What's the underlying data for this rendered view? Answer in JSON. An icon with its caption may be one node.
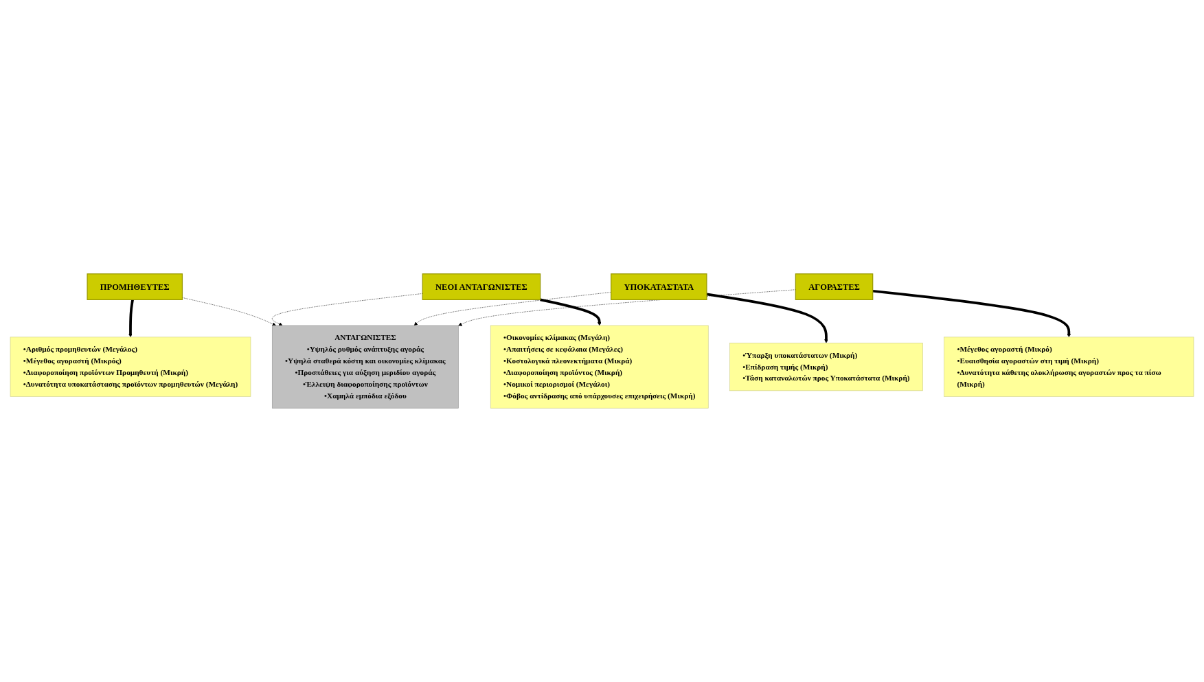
{
  "diagram": {
    "nodes": [
      {
        "text": [
          "ΠΡΟΜΗΘΕΥΤΕΣ"
        ]
      },
      {
        "text": [
          "•Αριθμός προμηθευτών (Μεγάλος)",
          "•Μέγεθος αγοραστή (Μικρός)",
          "•Διαφοροποίηση προϊόντων Προμηθευτή (Μικρή)",
          "•Δυνατότητα υποκατάστασης προϊόντων προμηθευτών (Μεγάλη)"
        ]
      },
      {
        "text": [
          "ΑΝΤΑΓΩΝΙΣΤΕΣ",
          "•Υψηλός ρυθμός ανάπτυξης αγοράς",
          "•Υψηλά σταθερά κόστη και οικονομίες κλίμακας",
          "•Προσπάθειες για αύξηση μεριδίου αγοράς",
          "•Έλλειψη διαφοροποίησης προϊόντων",
          "•Χαμηλά εμπόδια εξόδου"
        ]
      },
      {
        "text": [
          "ΝΕΟΙ ΑΝΤΑΓΩΝΙΣΤΕΣ"
        ]
      },
      {
        "text": [
          "ΥΠΟΚΑΤΑΣΤΑΤΑ"
        ]
      },
      {
        "text": [
          "•Οικονομίες κλίμακας (Μεγάλη)",
          "•Απαιτήσεις σε κεφάλαια (Μεγάλες)",
          "•Κοστολογικά πλεονεκτήματα (Μικρά)",
          "•Διαφοροποίηση προϊόντος (Μικρή)",
          "•Νομικοί περιορισμοί (Μεγάλοι)",
          "•Φόβος αντίδρασης από υπάρχουσες επιχειρήσεις (Μικρή)"
        ]
      },
      {
        "text": [
          "•Ύπαρξη υποκατάστατων (Μικρή)",
          "•Επίδραση τιμής (Μικρή)",
          "•Τάση καταναλωτών προς Υποκατάστατα (Μικρή)"
        ]
      },
      {
        "text": [
          "ΑΓΟΡΑΣΤΕΣ"
        ]
      },
      {
        "text": [
          "•Μέγεθος αγοραστή (Μικρό)",
          "•Ευαισθησία αγοραστών στη τιμή (Μικρή)",
          "•Δυνατότητα κάθετης ολοκλήρωσης αγοραστών προς τα πίσω (Μικρή)"
        ]
      }
    ],
    "edges": [
      {
        "from": 0,
        "to": 1,
        "arrow": "to",
        "style": "thick"
      },
      {
        "from": 0,
        "to": 2,
        "arrow": "to",
        "style": "dashed"
      },
      {
        "from": 3,
        "to": 2,
        "arrow": "to",
        "style": "dashed"
      },
      {
        "from": 3,
        "to": 5,
        "arrow": "to",
        "style": "thick"
      },
      {
        "from": 4,
        "to": 2,
        "arrow": "to",
        "style": "dashed"
      },
      {
        "from": 4,
        "to": 6,
        "arrow": "to",
        "style": "thick"
      },
      {
        "from": 7,
        "to": 2,
        "arrow": "to",
        "style": "dashed"
      },
      {
        "from": 7,
        "to": 8,
        "arrow": "to",
        "style": "thick"
      }
    ]
  }
}
